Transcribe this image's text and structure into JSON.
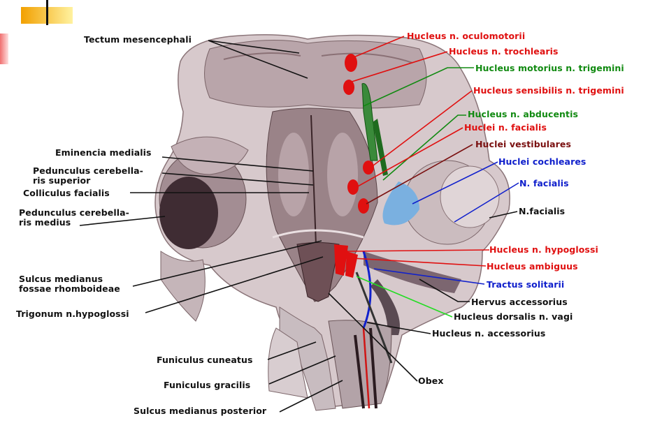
{
  "colors": {
    "red": "#e01010",
    "green": "#118a11",
    "blue": "#1020cc",
    "black": "#111111",
    "light_green": "#22dd22"
  },
  "left_labels": {
    "tectum": "Tectum mesencephali",
    "eminencia": "Eminencia medialis",
    "ped_sup_1": "Pedunculus cerebella-",
    "ped_sup_2": "ris superior",
    "colliculus": "Colliculus facialis",
    "ped_med_1": "Pedunculus cerebella-",
    "ped_med_2": "ris medius",
    "sulcus_1": "Sulcus medianus",
    "sulcus_2": "fossae rhomboideae",
    "trigonum": "Trigonum n.hypoglossi",
    "cuneatus": "Funiculus  cuneatus",
    "gracilis": "Funiculus  gracilis",
    "sulcus_post": "Sulcus medianus posterior"
  },
  "right_labels": {
    "oculomotorii": "Hucleus  n.  oculomotorii",
    "trochlearis": "Hucleus  n.  trochlearis",
    "motorius": "Hucleus motorius  n. trigemini",
    "sensibilis": "Hucleus sensibilis n. trigemini",
    "abducentis": "Hucleus  n.  abducentis",
    "facialis_nuc": "Huclei  n. facialis",
    "vestibulares": "Huclei  vestibulares",
    "cochleares": "Huclei  cochleares",
    "n_facialis_blue": "N. facialis",
    "n_facialis_black": "N.facialis",
    "hypoglossi": "Hucleus  n.  hypoglossi",
    "ambiguus": "Hucleus  ambiguus",
    "solitarii": "Tractus  solitarii",
    "accessorius": "Hervus accessorius",
    "dorsalis_vagi": "Hucleus dorsalis n. vagi",
    "nuc_accessorius": "Hucleus n. accessorius",
    "obex": "Obex"
  }
}
